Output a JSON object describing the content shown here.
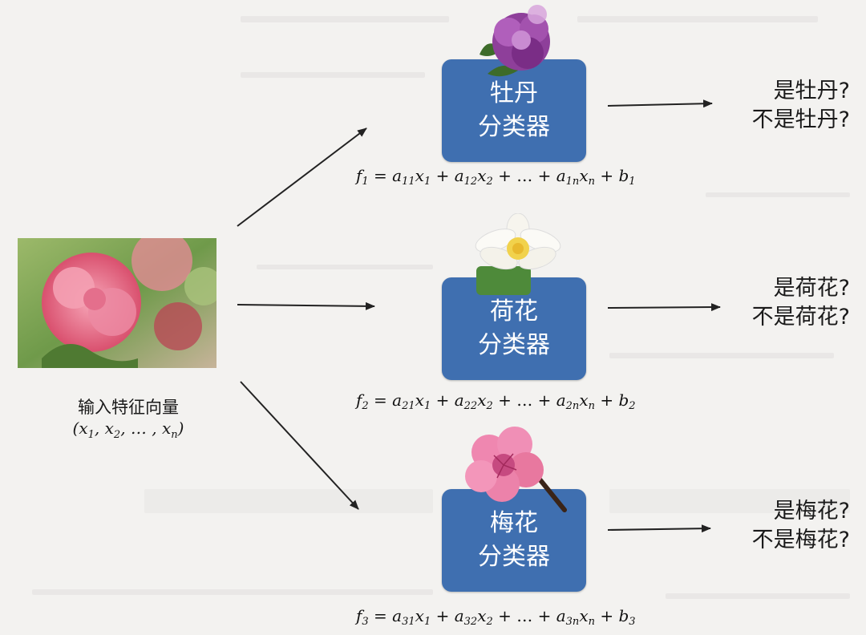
{
  "input": {
    "label": "输入特征向量",
    "vector": "(x1, x2, …, xn)",
    "vector_parts": {
      "open": "(",
      "x": "x",
      "s1": "1",
      "s2": "2",
      "sn": "n",
      "comma": ",",
      "dots": "…",
      "close": ")"
    }
  },
  "classifiers": [
    {
      "name_line1": "牡丹",
      "name_line2": "分类器",
      "flower_icon": "peony-flower-icon",
      "formula": "f1 = a11x1 + a12x2 + … + a1nxn + b1",
      "formula_parts": {
        "f": "f",
        "i": "1",
        "eq": " = ",
        "a": "a",
        "x": "x",
        "b": "b",
        "plus": " + ",
        "dots": "…",
        "n": "n"
      },
      "output_yes": "是牡丹?",
      "output_no": "不是牡丹?"
    },
    {
      "name_line1": "荷花",
      "name_line2": "分类器",
      "flower_icon": "lotus-flower-icon",
      "formula": "f2 = a21x1 + a22x2 + … + a2nxn + b2",
      "formula_parts": {
        "f": "f",
        "i": "2",
        "eq": " = ",
        "a": "a",
        "x": "x",
        "b": "b",
        "plus": " + ",
        "dots": "…",
        "n": "n"
      },
      "output_yes": "是荷花?",
      "output_no": "不是荷花?"
    },
    {
      "name_line1": "梅花",
      "name_line2": "分类器",
      "flower_icon": "plum-blossom-icon",
      "formula": "f3 = a31x1 + a32x2 + … + a3nxn + b3",
      "formula_parts": {
        "f": "f",
        "i": "3",
        "eq": " = ",
        "a": "a",
        "x": "x",
        "b": "b",
        "plus": " + ",
        "dots": "…",
        "n": "n"
      },
      "output_yes": "是梅花?",
      "output_no": "不是梅花?"
    }
  ],
  "colors": {
    "box": "#3f6fb0",
    "box_text": "#ffffff",
    "arrow": "#222222",
    "background": "#f3f2f0"
  }
}
